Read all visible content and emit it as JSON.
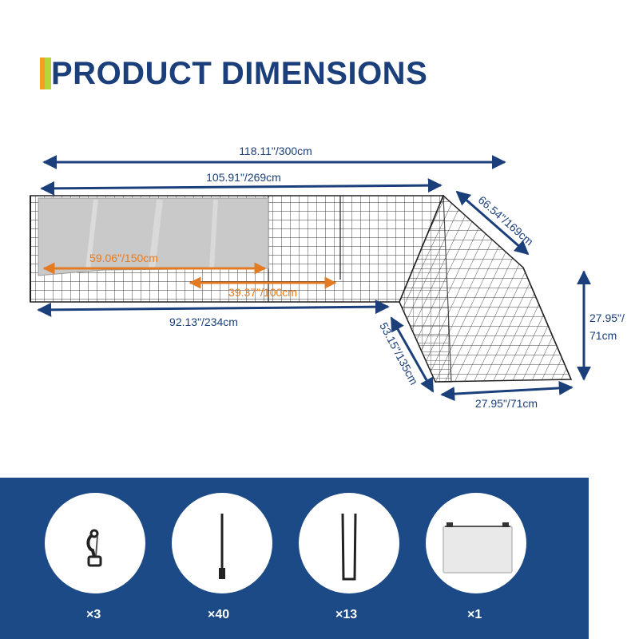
{
  "title": "PRODUCT DIMENSIONS",
  "colors": {
    "title": "#1b3f7a",
    "dimension_arrow": "#1b3f7a",
    "cover_arrow": "#e47b22",
    "band": "#1b4a86",
    "accent_orange": "#f4a21e",
    "accent_green": "#b9d43a"
  },
  "dimensions": {
    "total_length": "118.11\"/300cm",
    "top_length": "105.91\"/269cm",
    "bottom_length": "92.13\"/234cm",
    "cover_length": "59.06\"/150cm",
    "cover_overlap": "39.37\"/100cm",
    "wing_top": "66.54\"/169cm",
    "wing_bottom": "53.15\"/135cm",
    "height_line1": "27.95\"/",
    "height_line2": "71cm",
    "end_width": "27.95\"/71cm"
  },
  "accessories": [
    {
      "icon": "snap-hook-icon",
      "qty": "×3"
    },
    {
      "icon": "cable-tie-icon",
      "qty": "×40"
    },
    {
      "icon": "ground-stake-icon",
      "qty": "×13"
    },
    {
      "icon": "storage-bag-icon",
      "qty": "×1"
    }
  ]
}
